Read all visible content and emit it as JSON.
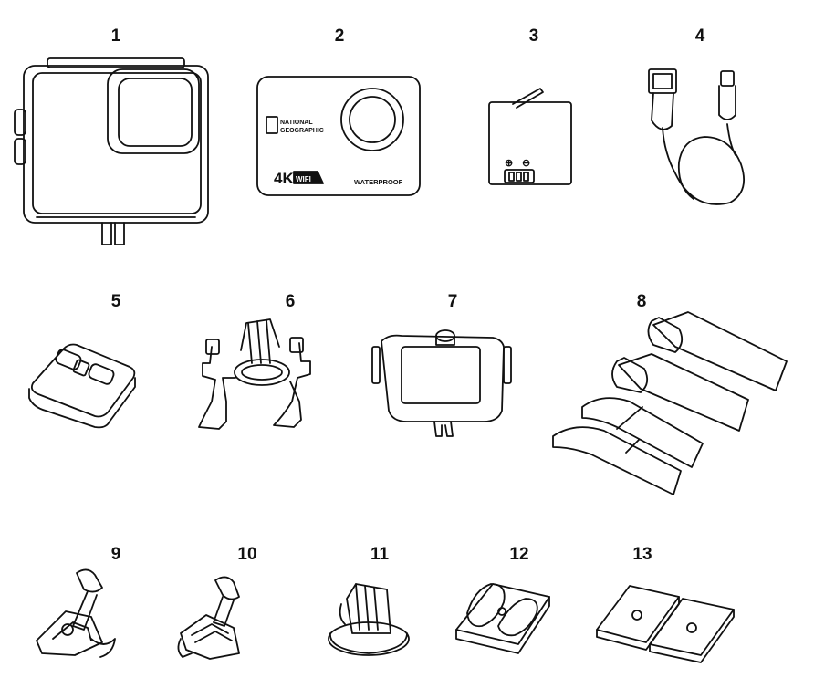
{
  "items": [
    {
      "number": "1",
      "icon": "waterproof-housing-icon"
    },
    {
      "number": "2",
      "icon": "action-camera-icon"
    },
    {
      "number": "3",
      "icon": "battery-icon"
    },
    {
      "number": "4",
      "icon": "usb-cable-icon"
    },
    {
      "number": "5",
      "icon": "remote-control-icon"
    },
    {
      "number": "6",
      "icon": "handlebar-mount-icon"
    },
    {
      "number": "7",
      "icon": "frame-mount-icon"
    },
    {
      "number": "8",
      "icon": "velcro-straps-icon"
    },
    {
      "number": "9",
      "icon": "extension-arm-icon"
    },
    {
      "number": "10",
      "icon": "pivot-arm-icon"
    },
    {
      "number": "11",
      "icon": "tripod-adapter-icon"
    },
    {
      "number": "12",
      "icon": "curved-adhesive-mount-icon"
    },
    {
      "number": "13",
      "icon": "adhesive-pads-icon"
    }
  ],
  "camera": {
    "brand_line1": "NATIONAL",
    "brand_line2": "GEOGRAPHIC",
    "resolution": "4K",
    "wifi": "WIFI",
    "waterproof": "WATERPROOF"
  },
  "battery": {
    "plus": "⊕",
    "minus": "⊖"
  }
}
